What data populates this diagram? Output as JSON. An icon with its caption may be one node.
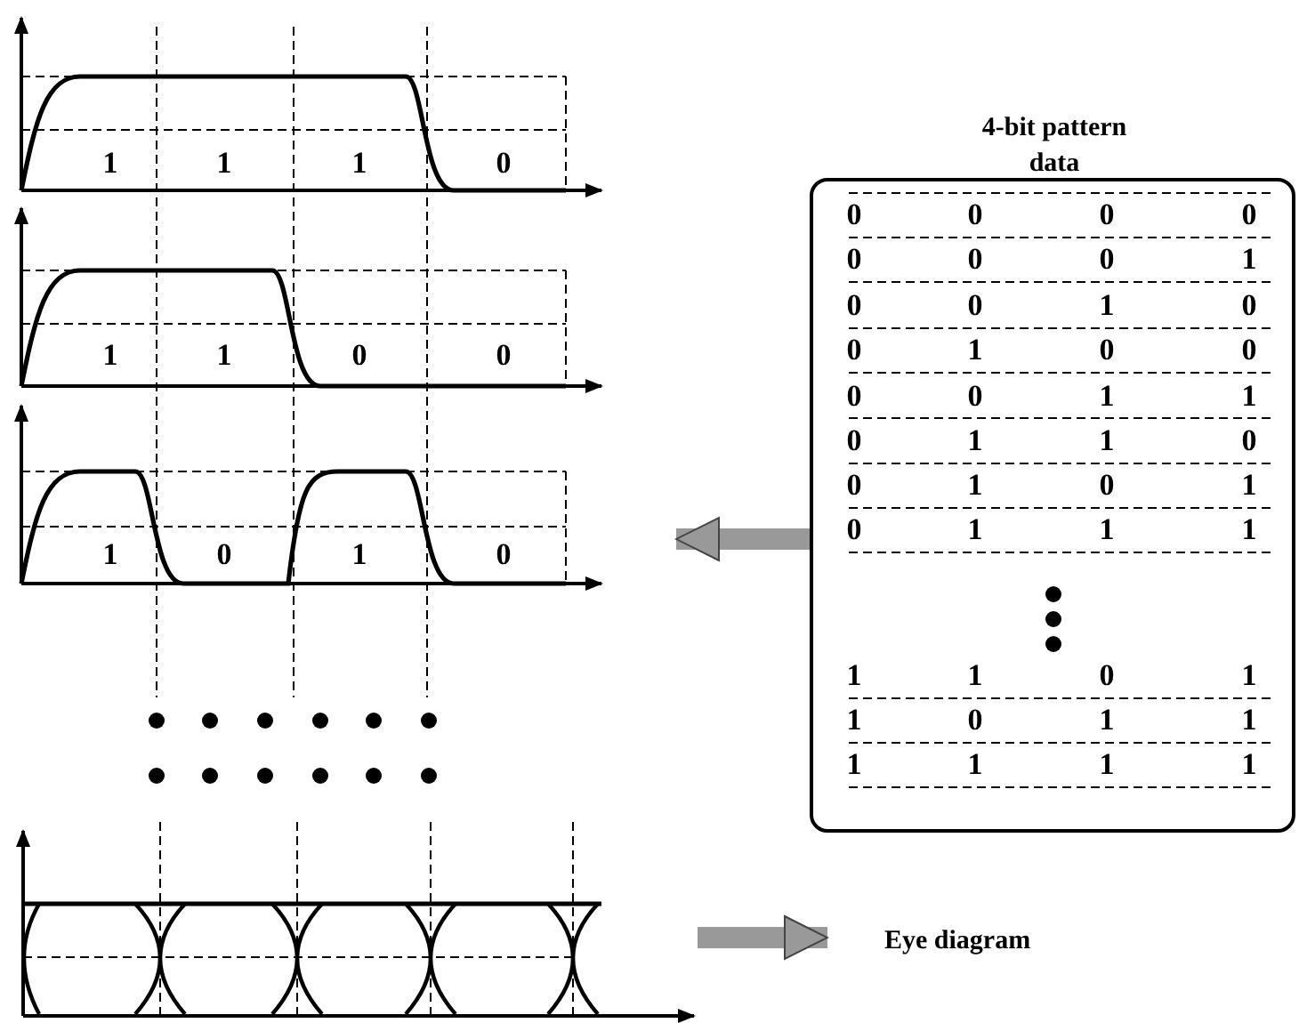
{
  "diagram": {
    "nodes": [
      {
        "text": [
          "4-bit pattern data"
        ]
      },
      {
        "text": [],
        "shape": "picture"
      },
      {
        "text": [],
        "shape": "picture"
      },
      {
        "text": [
          "Eye diagram"
        ]
      }
    ],
    "edges": [
      {
        "from": 0,
        "to": 1,
        "arrow": "to"
      },
      {
        "from": 2,
        "to": 3,
        "arrow": "to"
      }
    ],
    "labels": [
      "1",
      "1",
      "1",
      "0",
      "1",
      "1",
      "0",
      "0",
      "1",
      "0",
      "1",
      "0",
      "0",
      "0",
      "0",
      "0",
      "0",
      "0",
      "0",
      "1",
      "0",
      "0",
      "1",
      "0",
      "0",
      "1",
      "0",
      "0",
      "0",
      "0",
      "1",
      "1",
      "0",
      "1",
      "1",
      "0",
      "0",
      "1",
      "0",
      "1",
      "0",
      "1",
      "1",
      "1",
      "1",
      "1",
      "0",
      "1",
      "1",
      "0",
      "1",
      "1",
      "1",
      "1",
      "1",
      "1"
    ]
  }
}
